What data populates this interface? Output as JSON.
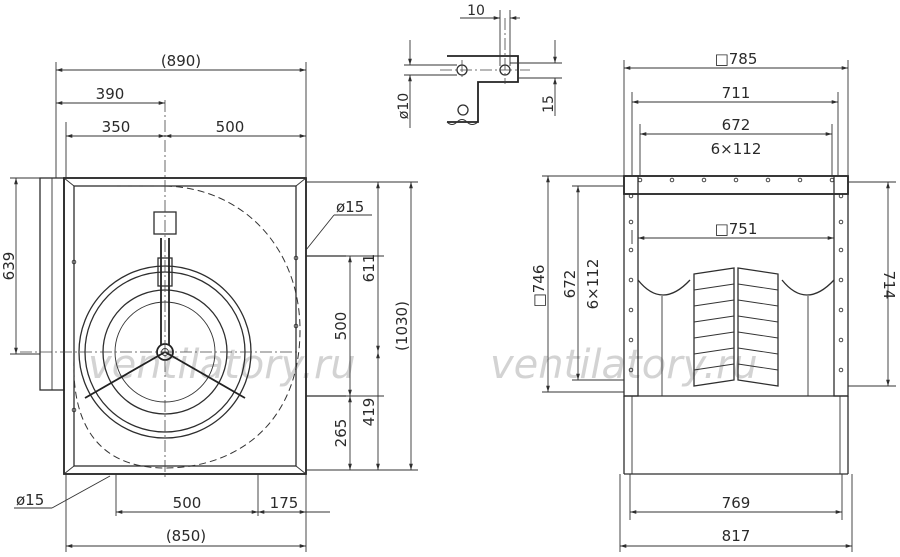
{
  "watermark": {
    "left": "ventilatory.ru",
    "right": "ventilatory.ru"
  },
  "front_view": {
    "overall_width": "(890)",
    "dim_390": "390",
    "dim_350": "350",
    "dim_500_top": "500",
    "hole_top_right": "ø15",
    "height_639": "639",
    "height_611": "611",
    "height_500": "500",
    "height_total": "(1030)",
    "height_419": "419",
    "height_265": "265",
    "hole_bottom_left": "ø15",
    "dim_500_bottom": "500",
    "dim_175": "175",
    "base_width": "(850)"
  },
  "detail_view": {
    "dim_10_top": "10",
    "dim_phi10": "ø10",
    "dim_15": "15"
  },
  "side_view": {
    "width_785": "□785",
    "width_711": "711",
    "width_672": "672",
    "pitch_top": "6×112",
    "inner_751": "□751",
    "height_746": "□746",
    "height_672": "672",
    "pitch_side": "6×112",
    "height_714": "714",
    "base_769": "769",
    "base_817": "817"
  }
}
